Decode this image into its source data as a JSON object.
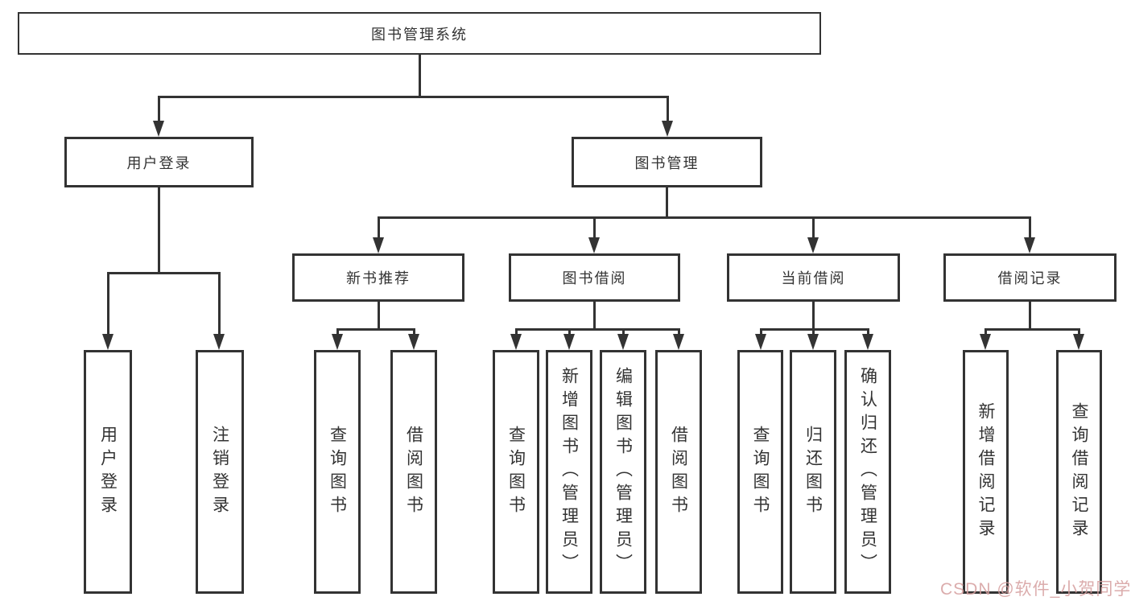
{
  "diagram": {
    "root": "图书管理系统",
    "user_login": {
      "label": "用户登录",
      "children": [
        "用户登录",
        "注销登录"
      ]
    },
    "book_management": {
      "label": "图书管理",
      "sections": {
        "new_book_recommend": {
          "label": "新书推荐",
          "children": [
            "查询图书",
            "借阅图书"
          ]
        },
        "book_borrow": {
          "label": "图书借阅",
          "children": [
            "查询图书",
            "新增图书（管理员）",
            "编辑图书（管理员）",
            "借阅图书"
          ]
        },
        "current_borrow": {
          "label": "当前借阅",
          "children": [
            "查询图书",
            "归还图书",
            "确认归还（管理员）"
          ]
        },
        "borrow_record": {
          "label": "借阅记录",
          "children": [
            "新增借阅记录",
            "查询借阅记录"
          ]
        }
      }
    }
  },
  "watermark": "CSDN @软件_小贺同学",
  "colors": {
    "line": "#333333",
    "text": "#333333",
    "watermark": "#d59e9e"
  }
}
